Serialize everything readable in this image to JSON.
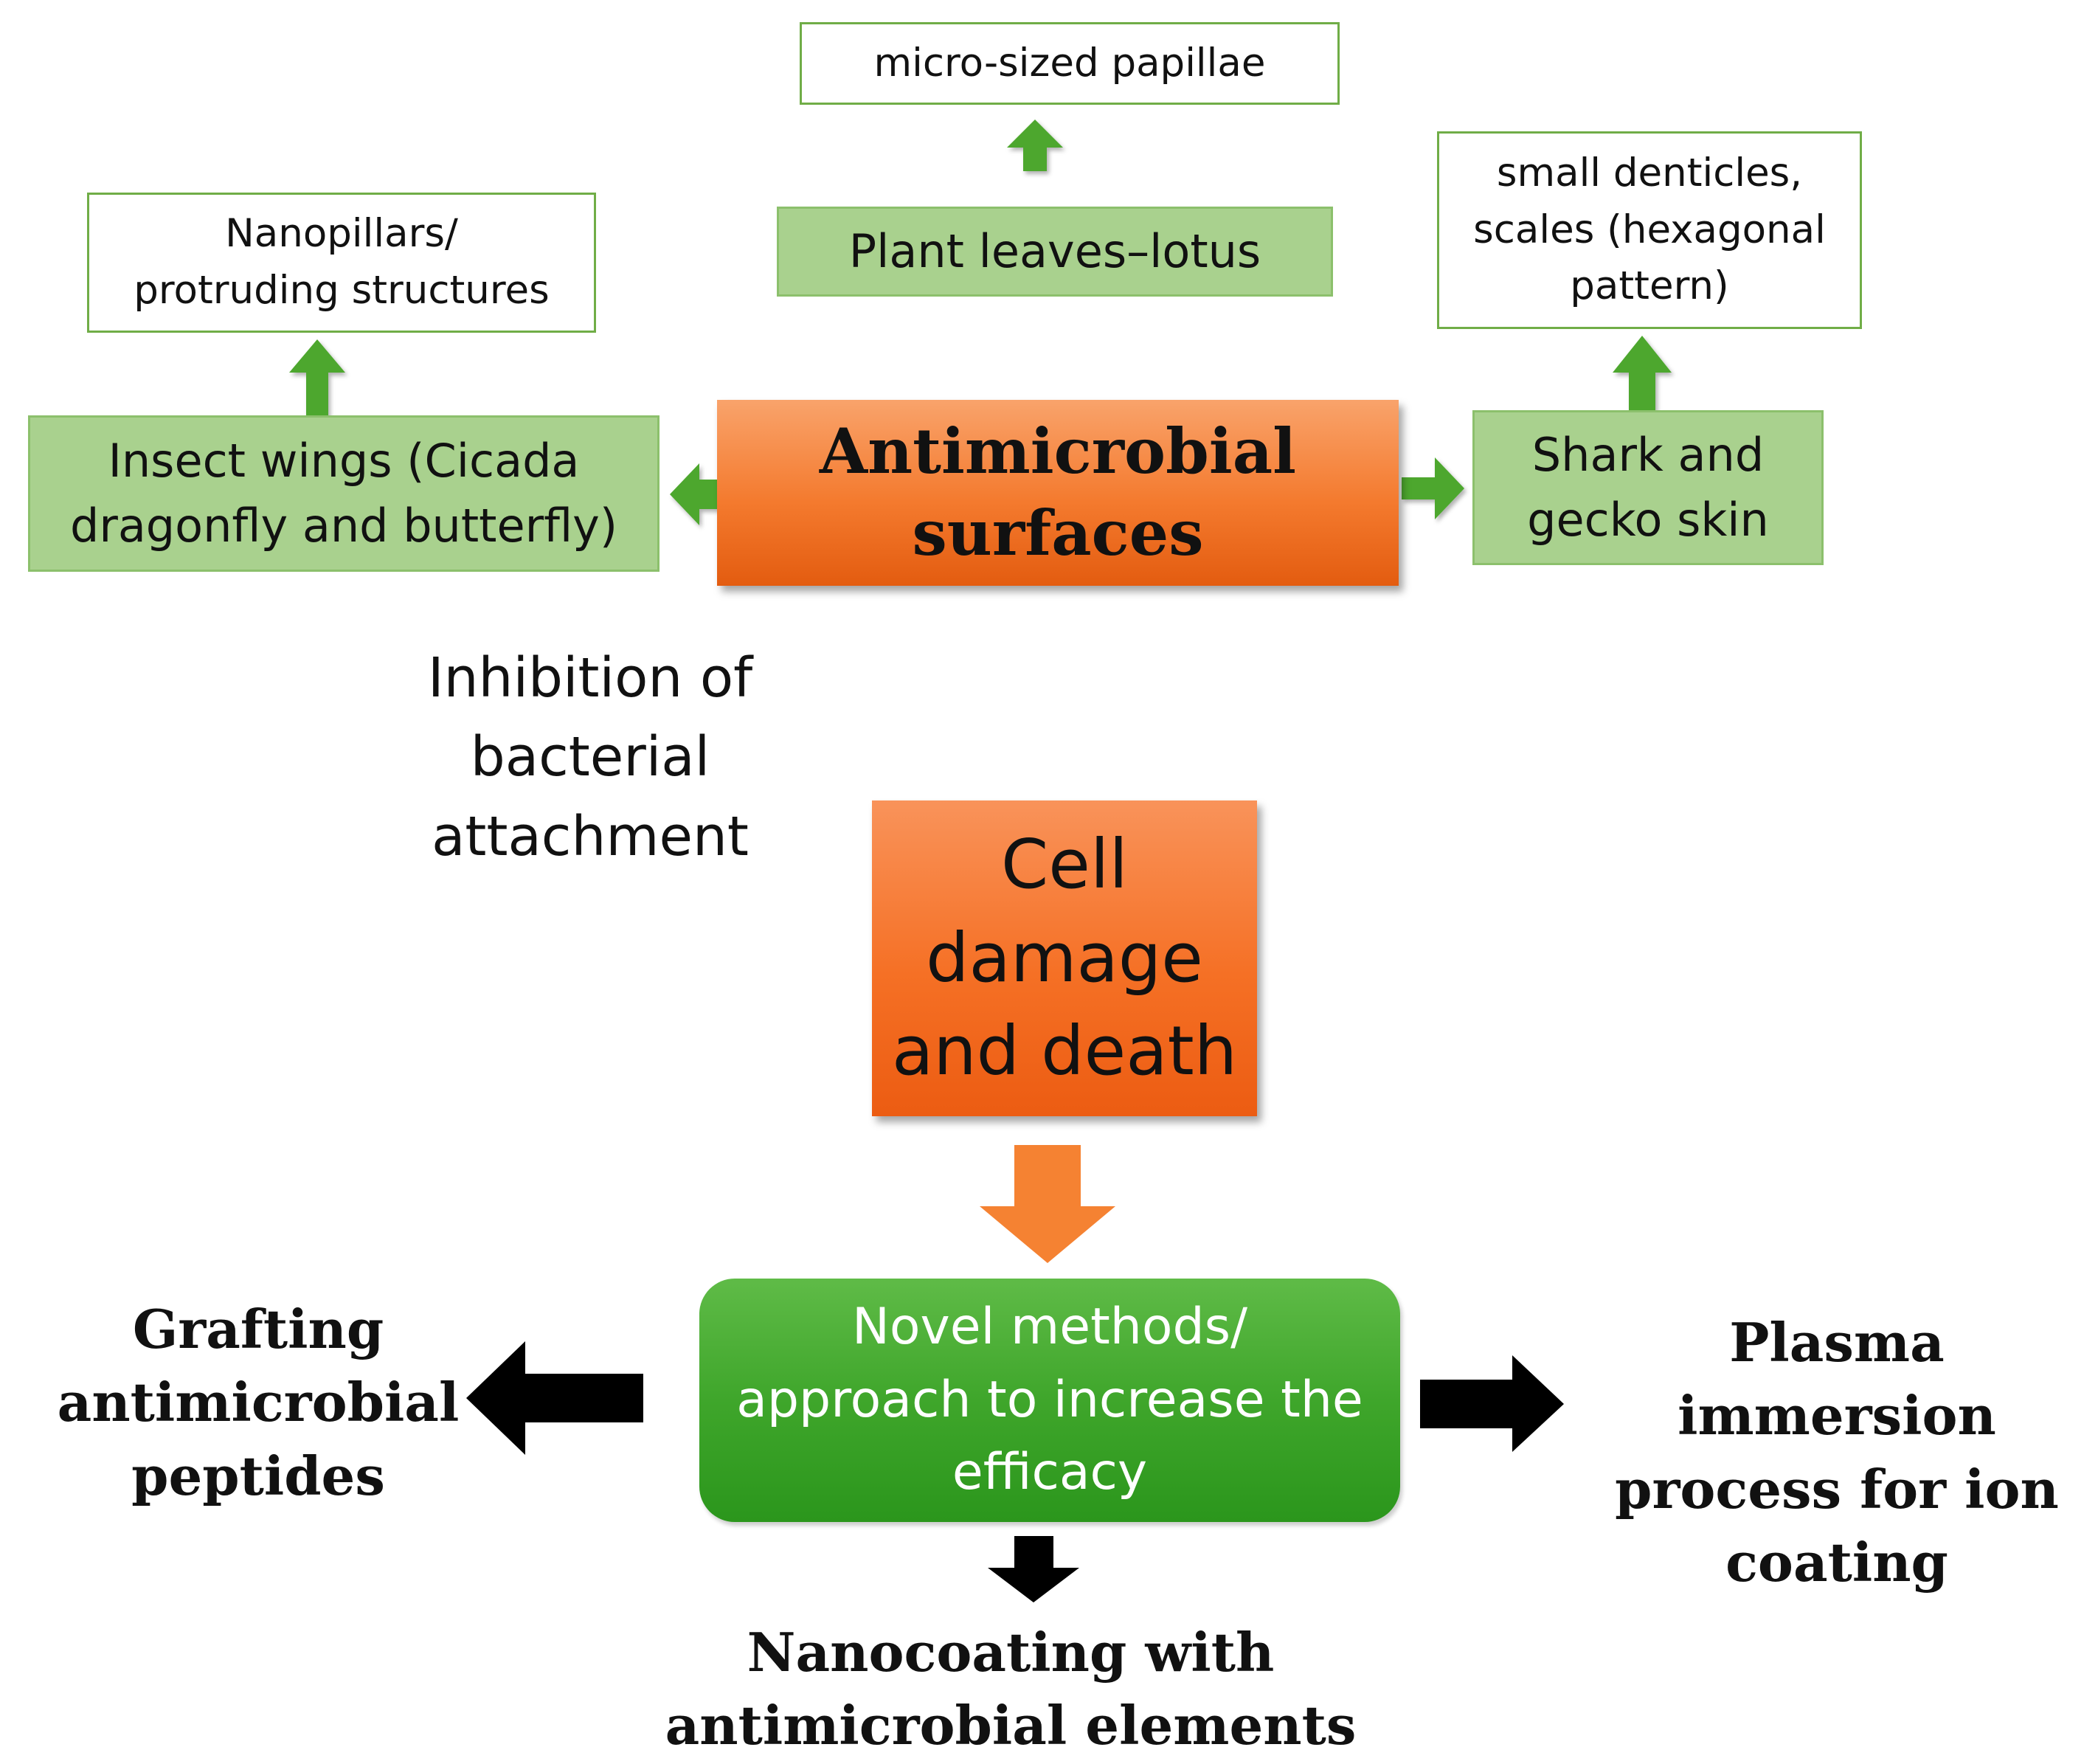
{
  "nodes": {
    "center_title": "Antimicrobial\nsurfaces",
    "insect_wings": "Insect wings (Cicada\ndragonfly and butterfly)",
    "nanopillars": "Nanopillars/\nprotruding structures",
    "plant_leaves": "Plant leaves–lotus",
    "micro_papillae": "micro-sized papillae",
    "shark_gecko": "Shark and\ngecko skin",
    "denticles": "small denticles,\nscales (hexagonal\npattern)",
    "inhibition": "Inhibition of\nbacterial\nattachment",
    "cell_damage": "Cell\ndamage\nand death",
    "novel_methods": "Novel methods/\napproach to increase the\nefficacy",
    "grafting": "Grafting\nantimicrobial\npeptides",
    "plasma": "Plasma immersion\nprocess for ion\ncoating",
    "nanocoating": "Nanocoating with\nantimicrobial elements"
  },
  "colors": {
    "green_fill": "#a9d18e",
    "green_outline": "#70ad47",
    "orange": "#f47a2e",
    "green_core": "#3fa62b",
    "arrow_green": "#4ea72e",
    "arrow_orange": "#f58232",
    "arrow_black": "#000000"
  }
}
